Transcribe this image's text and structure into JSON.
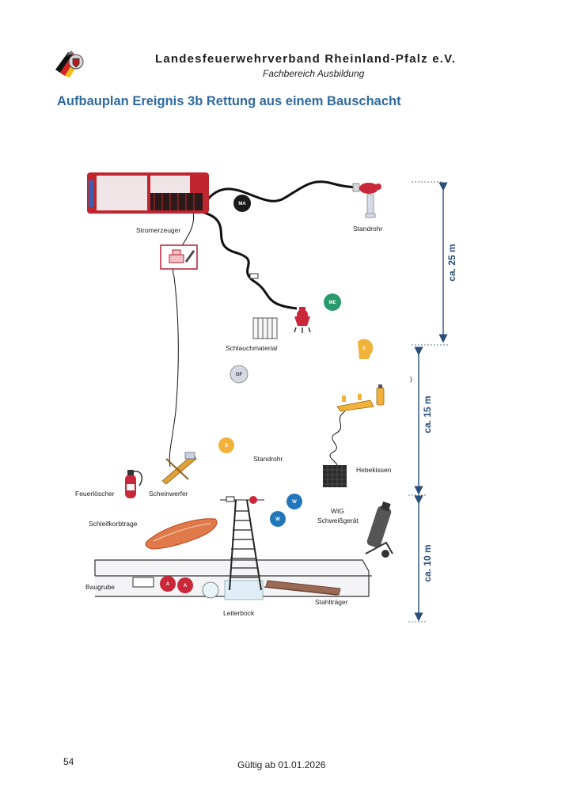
{
  "header": {
    "organization": "Landesfeuerwehrverband Rheinland-Pfalz e.V.",
    "department": "Fachbereich Ausbildung"
  },
  "title": "Aufbauplan Ereignis 3b Rettung aus einem Bauschacht",
  "diagram": {
    "labels": {
      "stromerzeuger": "Stromerzeuger",
      "standrohr_top": "Standrohr",
      "schlauchmaterial": "Schlauchmaterial",
      "standrohr_mid": "Standrohr",
      "hebekissen": "Hebekissen",
      "feuerloescher": "Feuerlöscher",
      "scheinwerfer": "Scheinwerfer",
      "schleifkorbtrage": "Schleifkorbtrage",
      "wig_1": "WIG",
      "wig_2": "Schweißgerät",
      "baugrube": "Baugrube",
      "stahltraeger": "Stahlträger",
      "leiterbock": "Leiterbock",
      "stray_mark": ")"
    },
    "markers": {
      "ma": "MA",
      "me": "ME",
      "gf": "GF",
      "s1": "S",
      "s2": "S",
      "w1": "W",
      "w2": "W",
      "a1": "A",
      "a2": "A"
    },
    "dimensions": {
      "d1": "ca. 25 m",
      "d2": "ca. 15 m",
      "d3": "ca. 10 m"
    },
    "colors": {
      "hose": "#111111",
      "dimension": "#2a4f7a",
      "truck_red": "#c0262f",
      "rescue_green": "#2a9a6e",
      "leader_dark": "#1a1a1a",
      "group_grey": "#d8d8e4",
      "safety_yellow": "#f0b23a",
      "welder_blue": "#2277bb",
      "airbag_red": "#c0262f"
    }
  },
  "footer": {
    "page_number": "54",
    "validity": "Gültig ab 01.01.2026"
  }
}
